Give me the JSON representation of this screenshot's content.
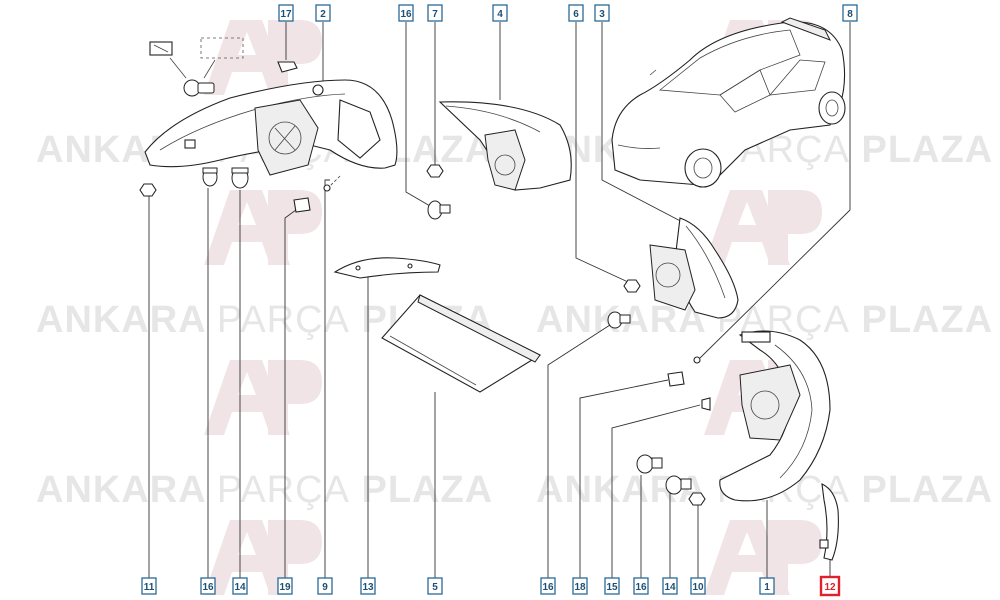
{
  "watermark": {
    "word1": "ANKARA",
    "word2": "PARÇA",
    "word3": "PLAZA",
    "logo_icon": "ap-logo-icon"
  },
  "callouts": [
    {
      "id": "c17-top",
      "label": "17"
    },
    {
      "id": "c2-top",
      "label": "2"
    },
    {
      "id": "c16-top",
      "label": "16"
    },
    {
      "id": "c7-top",
      "label": "7"
    },
    {
      "id": "c4-top",
      "label": "4"
    },
    {
      "id": "c6-top",
      "label": "6"
    },
    {
      "id": "c3-top",
      "label": "3"
    },
    {
      "id": "c8-top",
      "label": "8"
    },
    {
      "id": "c11-bottom",
      "label": "11"
    },
    {
      "id": "c16-bottom-a",
      "label": "16"
    },
    {
      "id": "c14-bottom-a",
      "label": "14"
    },
    {
      "id": "c19-bottom",
      "label": "19"
    },
    {
      "id": "c9-bottom",
      "label": "9"
    },
    {
      "id": "c13-bottom",
      "label": "13"
    },
    {
      "id": "c5-bottom",
      "label": "5"
    },
    {
      "id": "c16-bottom-b",
      "label": "16"
    },
    {
      "id": "c18-bottom",
      "label": "18"
    },
    {
      "id": "c15-bottom",
      "label": "15"
    },
    {
      "id": "c16-bottom-c",
      "label": "16"
    },
    {
      "id": "c14-bottom-b",
      "label": "14"
    },
    {
      "id": "c10-bottom",
      "label": "10"
    },
    {
      "id": "c1-bottom",
      "label": "1"
    },
    {
      "id": "c12-bottom",
      "label": "12",
      "highlighted": true
    }
  ],
  "colors": {
    "callout_border": "#2a6a96",
    "callout_text": "#1e4f73",
    "highlight": "#e0202a",
    "watermark": "#e6e6e6"
  }
}
